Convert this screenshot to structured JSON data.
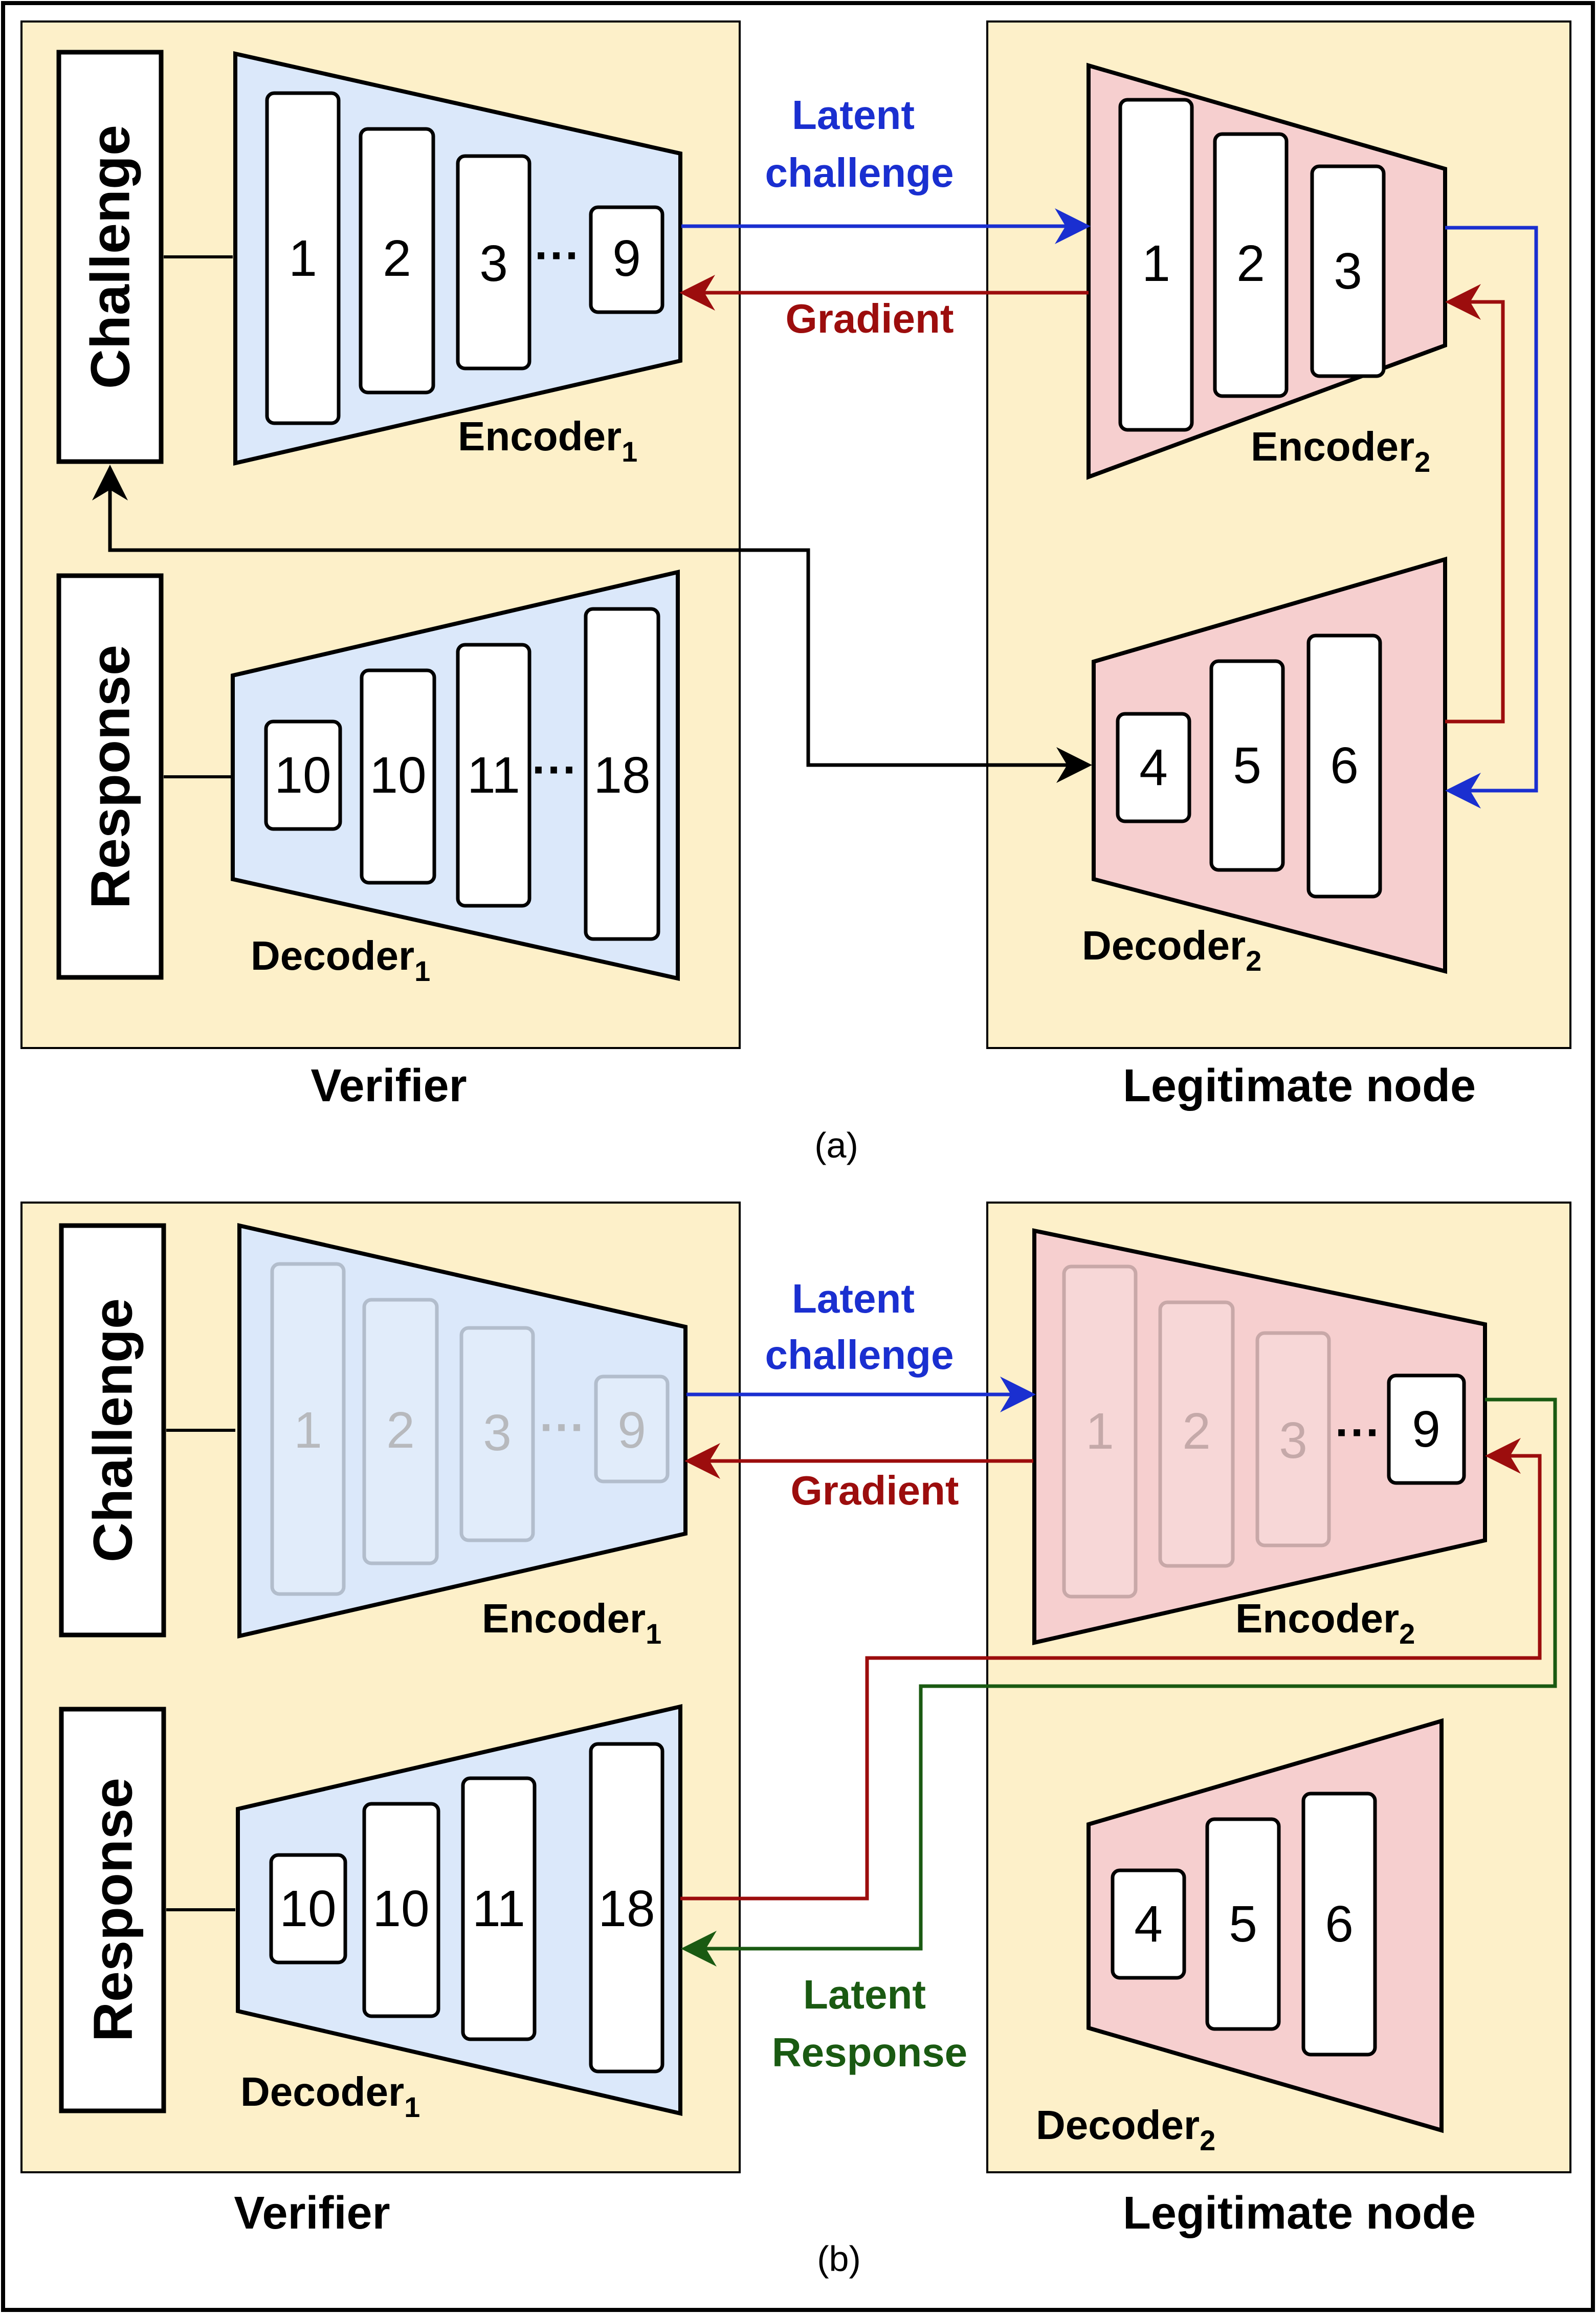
{
  "panel_a": {
    "caption": "(a)",
    "verifier": {
      "title": "Verifier",
      "challenge": "Challenge",
      "response": "Response",
      "encoder": {
        "name": "Encoder",
        "sub": "1",
        "layers": [
          "1",
          "2",
          "3",
          "9"
        ],
        "ellipsis": "···"
      },
      "decoder": {
        "name": "Decoder",
        "sub": "1",
        "layers": [
          "10",
          "10",
          "11",
          "18"
        ],
        "ellipsis": "···"
      }
    },
    "node": {
      "title": "Legitimate node",
      "encoder": {
        "name": "Encoder",
        "sub": "2",
        "layers": [
          "1",
          "2",
          "3"
        ]
      },
      "decoder": {
        "name": "Decoder",
        "sub": "2",
        "layers": [
          "4",
          "5",
          "6"
        ]
      }
    },
    "arrows": {
      "latent_line1": "Latent",
      "latent_line2": "challenge",
      "gradient": "Gradient"
    }
  },
  "panel_b": {
    "caption": "(b)",
    "verifier": {
      "title": "Verifier",
      "challenge": "Challenge",
      "response": "Response",
      "encoder": {
        "name": "Encoder",
        "sub": "1",
        "layers": [
          "1",
          "2",
          "3",
          "9"
        ],
        "ellipsis": "···"
      },
      "decoder": {
        "name": "Decoder",
        "sub": "1",
        "layers": [
          "10",
          "10",
          "11",
          "18"
        ]
      }
    },
    "node": {
      "title": "Legitimate node",
      "encoder": {
        "name": "Encoder",
        "sub": "2",
        "layers": [
          "1",
          "2",
          "3",
          "9"
        ],
        "ellipsis": "···"
      },
      "decoder": {
        "name": "Decoder",
        "sub": "2",
        "layers": [
          "4",
          "5",
          "6"
        ]
      }
    },
    "arrows": {
      "latent_line1": "Latent",
      "latent_line2": "challenge",
      "gradient": "Gradient",
      "resp_line1": "Latent",
      "resp_line2": "Response"
    }
  },
  "colors": {
    "panel_fill": "#fdf0c9",
    "encoder_fill": "#dbe8fa",
    "node_fill": "#f6cfcf",
    "blue": "#1a2fd0",
    "red": "#9c0d0d",
    "green": "#1a5a12",
    "black": "#000000"
  }
}
